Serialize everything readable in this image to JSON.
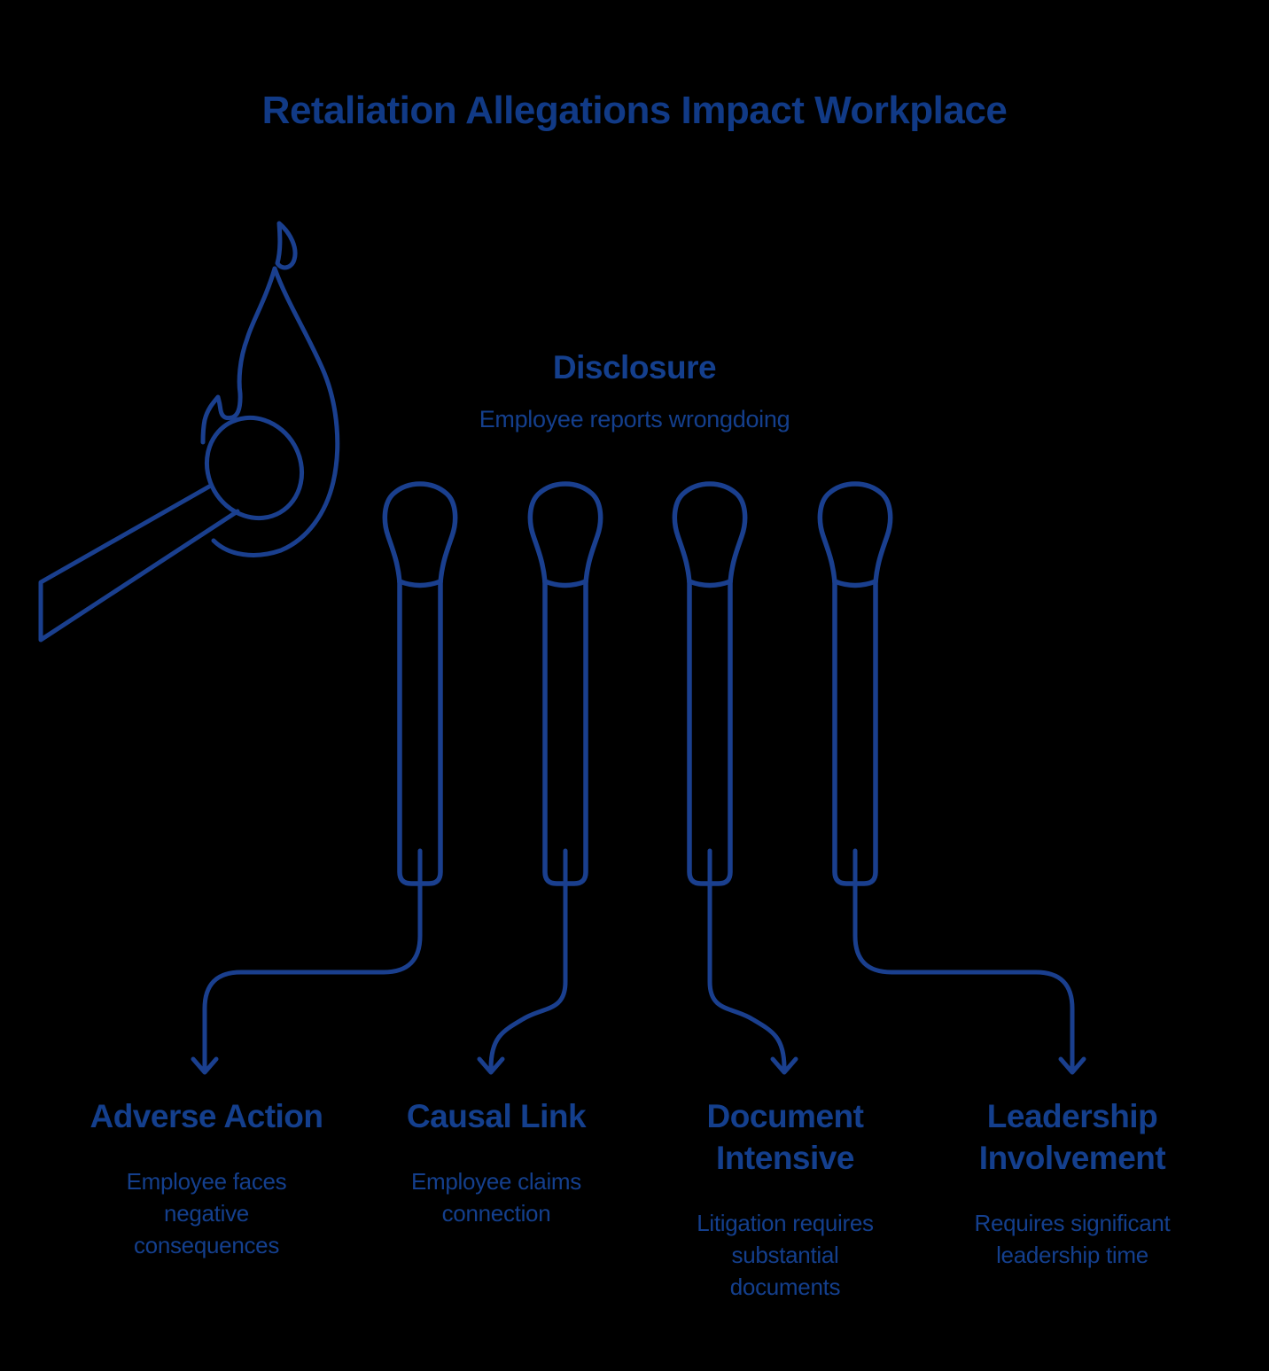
{
  "title": "Retaliation Allegations Impact Workplace",
  "colors": {
    "background": "#000000",
    "title_ink": "#113a86",
    "text_ink": "#143f8d",
    "stroke": "#1a3f8e"
  },
  "source": {
    "heading": "Disclosure",
    "description": "Employee reports wrongdoing"
  },
  "outcomes": [
    {
      "heading": "Adverse Action",
      "description": "Employee faces negative consequences"
    },
    {
      "heading": "Causal Link",
      "description": "Employee claims connection"
    },
    {
      "heading": "Document Intensive",
      "description": "Litigation requires substantial documents"
    },
    {
      "heading": "Leadership Involvement",
      "description": "Requires significant leadership time"
    }
  ],
  "icons": {
    "lit_match": "lit-match-icon",
    "flame": "flame-icon",
    "spark": "spark-crescent-icon",
    "matchstick": "matchstick-icon",
    "arrow": "arrow-down-icon"
  }
}
